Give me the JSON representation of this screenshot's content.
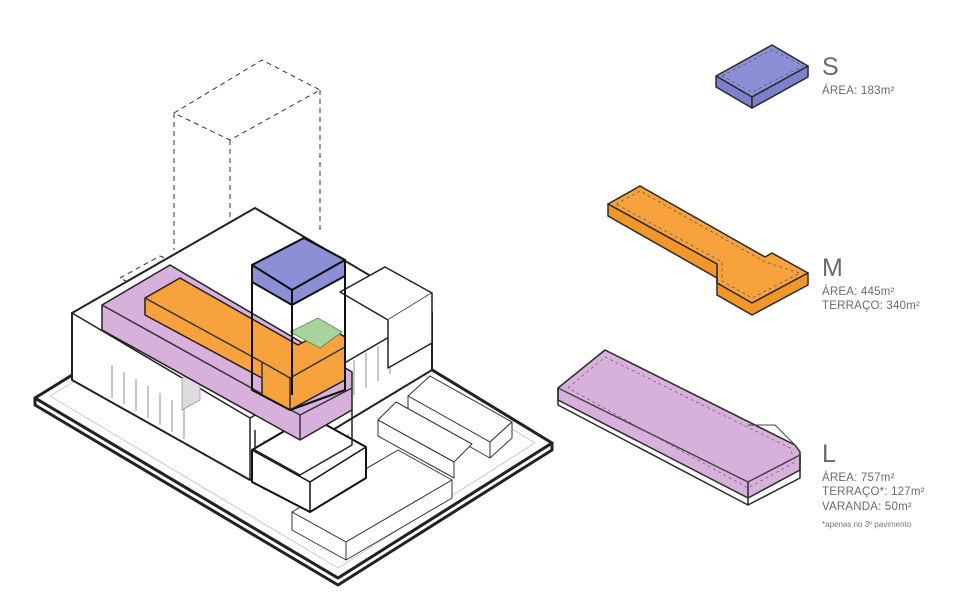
{
  "legend": {
    "s": {
      "letter": "S",
      "area": "ÁREA: 183m²"
    },
    "m": {
      "letter": "M",
      "area": "ÁREA: 445m²",
      "terrace": "TERRAÇO: 340m²"
    },
    "l": {
      "letter": "L",
      "area": "ÁREA: 757m²",
      "terrace": "TERRAÇO*: 127m²",
      "balcony": "VARANDA: 50m²",
      "note": "*apenas no 3º pavimento"
    }
  },
  "colors": {
    "blue_volume": "#8b8fd6",
    "orange_volume": "#f7a23c",
    "purple_volume": "#d7b0dc",
    "outline": "#2a2a2a",
    "ground": "#ffffff",
    "vegetation": "#a6d49a"
  }
}
